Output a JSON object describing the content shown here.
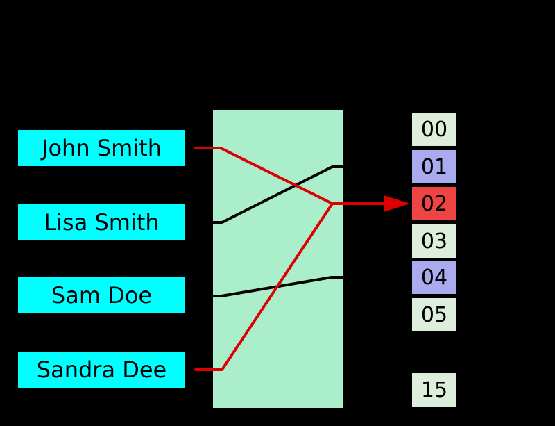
{
  "colors": {
    "background": "#000000",
    "key_fill": "#00ffff",
    "hash_fill": "#aaeecc",
    "line_black": "#000000",
    "line_red": "#dd0000"
  },
  "keys": [
    {
      "label": "John Smith"
    },
    {
      "label": "Lisa Smith"
    },
    {
      "label": "Sam Doe"
    },
    {
      "label": "Sandra Dee"
    }
  ],
  "buckets": [
    {
      "label": "00",
      "fill": "#ddeedd"
    },
    {
      "label": "01",
      "fill": "#aaaaee"
    },
    {
      "label": "02",
      "fill": "#ee4444"
    },
    {
      "label": "03",
      "fill": "#ddeedd"
    },
    {
      "label": "04",
      "fill": "#aaaaee"
    },
    {
      "label": "05",
      "fill": "#ddeedd"
    },
    {
      "label": "15",
      "fill": "#ddeedd"
    }
  ],
  "mappings": [
    {
      "key": "John Smith",
      "bucket": "02",
      "line": "red-collision"
    },
    {
      "key": "Lisa Smith",
      "bucket": "01",
      "line": "black"
    },
    {
      "key": "Sam Doe",
      "bucket": "04",
      "line": "black"
    },
    {
      "key": "Sandra Dee",
      "bucket": "02",
      "line": "red-collision"
    }
  ]
}
